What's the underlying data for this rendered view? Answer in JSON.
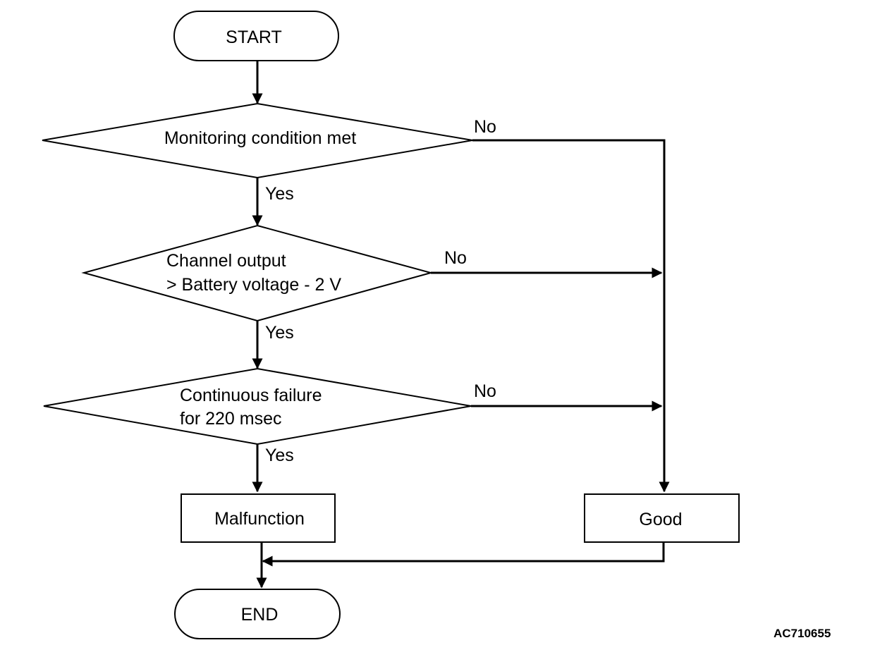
{
  "flowchart": {
    "start": "START",
    "end": "END",
    "decisions": [
      {
        "lines": [
          "Monitoring condition met"
        ],
        "yes": "Yes",
        "no": "No"
      },
      {
        "lines": [
          "Channel output",
          "> Battery voltage - 2 V"
        ],
        "yes": "Yes",
        "no": "No"
      },
      {
        "lines": [
          "Continuous failure",
          "for 220 msec"
        ],
        "yes": "Yes",
        "no": "No"
      }
    ],
    "outcomes": {
      "malfunction": "Malfunction",
      "good": "Good"
    }
  },
  "figure_code": "AC710655"
}
